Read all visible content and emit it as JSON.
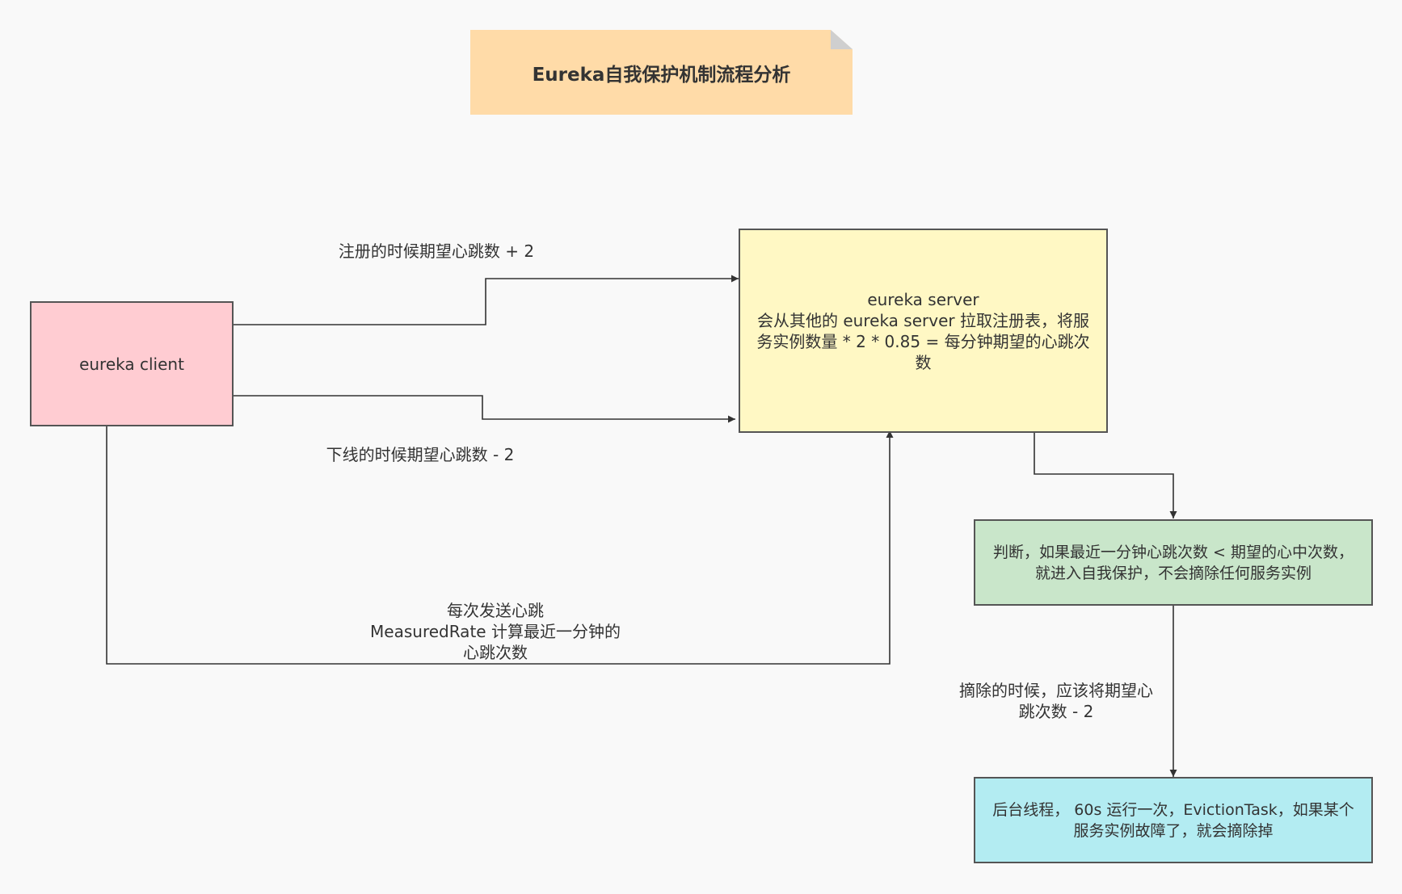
{
  "title": "Eureka自我保护机制流程分析",
  "colors": {
    "background": "#f9f9f9",
    "note_fill": "#ffdba8",
    "note_fold": "#cfcfcf",
    "client_fill": "#ffccd2",
    "server_fill": "#fff8c4",
    "check_fill": "#c9e6ca",
    "task_fill": "#b3ecf2",
    "stroke": "#555555",
    "edge": "#333333",
    "text": "#333333"
  },
  "nodes": {
    "client": {
      "text": "eureka client"
    },
    "server": {
      "text": "eureka server\n会从其他的 eureka server 拉取注册表，将服\n务实例数量 * 2 * 0.85 = 每分钟期望的心跳次\n数"
    },
    "check": {
      "text": "判断，如果最近一分钟心跳次数 < 期望的心中次数，\n就进入自我保护，不会摘除任何服务实例"
    },
    "eviction": {
      "text": "后台线程， 60s 运行一次，EvictionTask，如果某个\n服务实例故障了，就会摘除掉"
    }
  },
  "edges": {
    "register": {
      "label": "注册的时候期望心跳数 + 2"
    },
    "offline": {
      "label": "下线的时候期望心跳数 - 2"
    },
    "heartbeat": {
      "label": "每次发送心跳\nMeasuredRate 计算最近一分钟的\n心跳次数"
    },
    "evict": {
      "label": "摘除的时候，应该将期望心\n跳次数 - 2"
    }
  }
}
